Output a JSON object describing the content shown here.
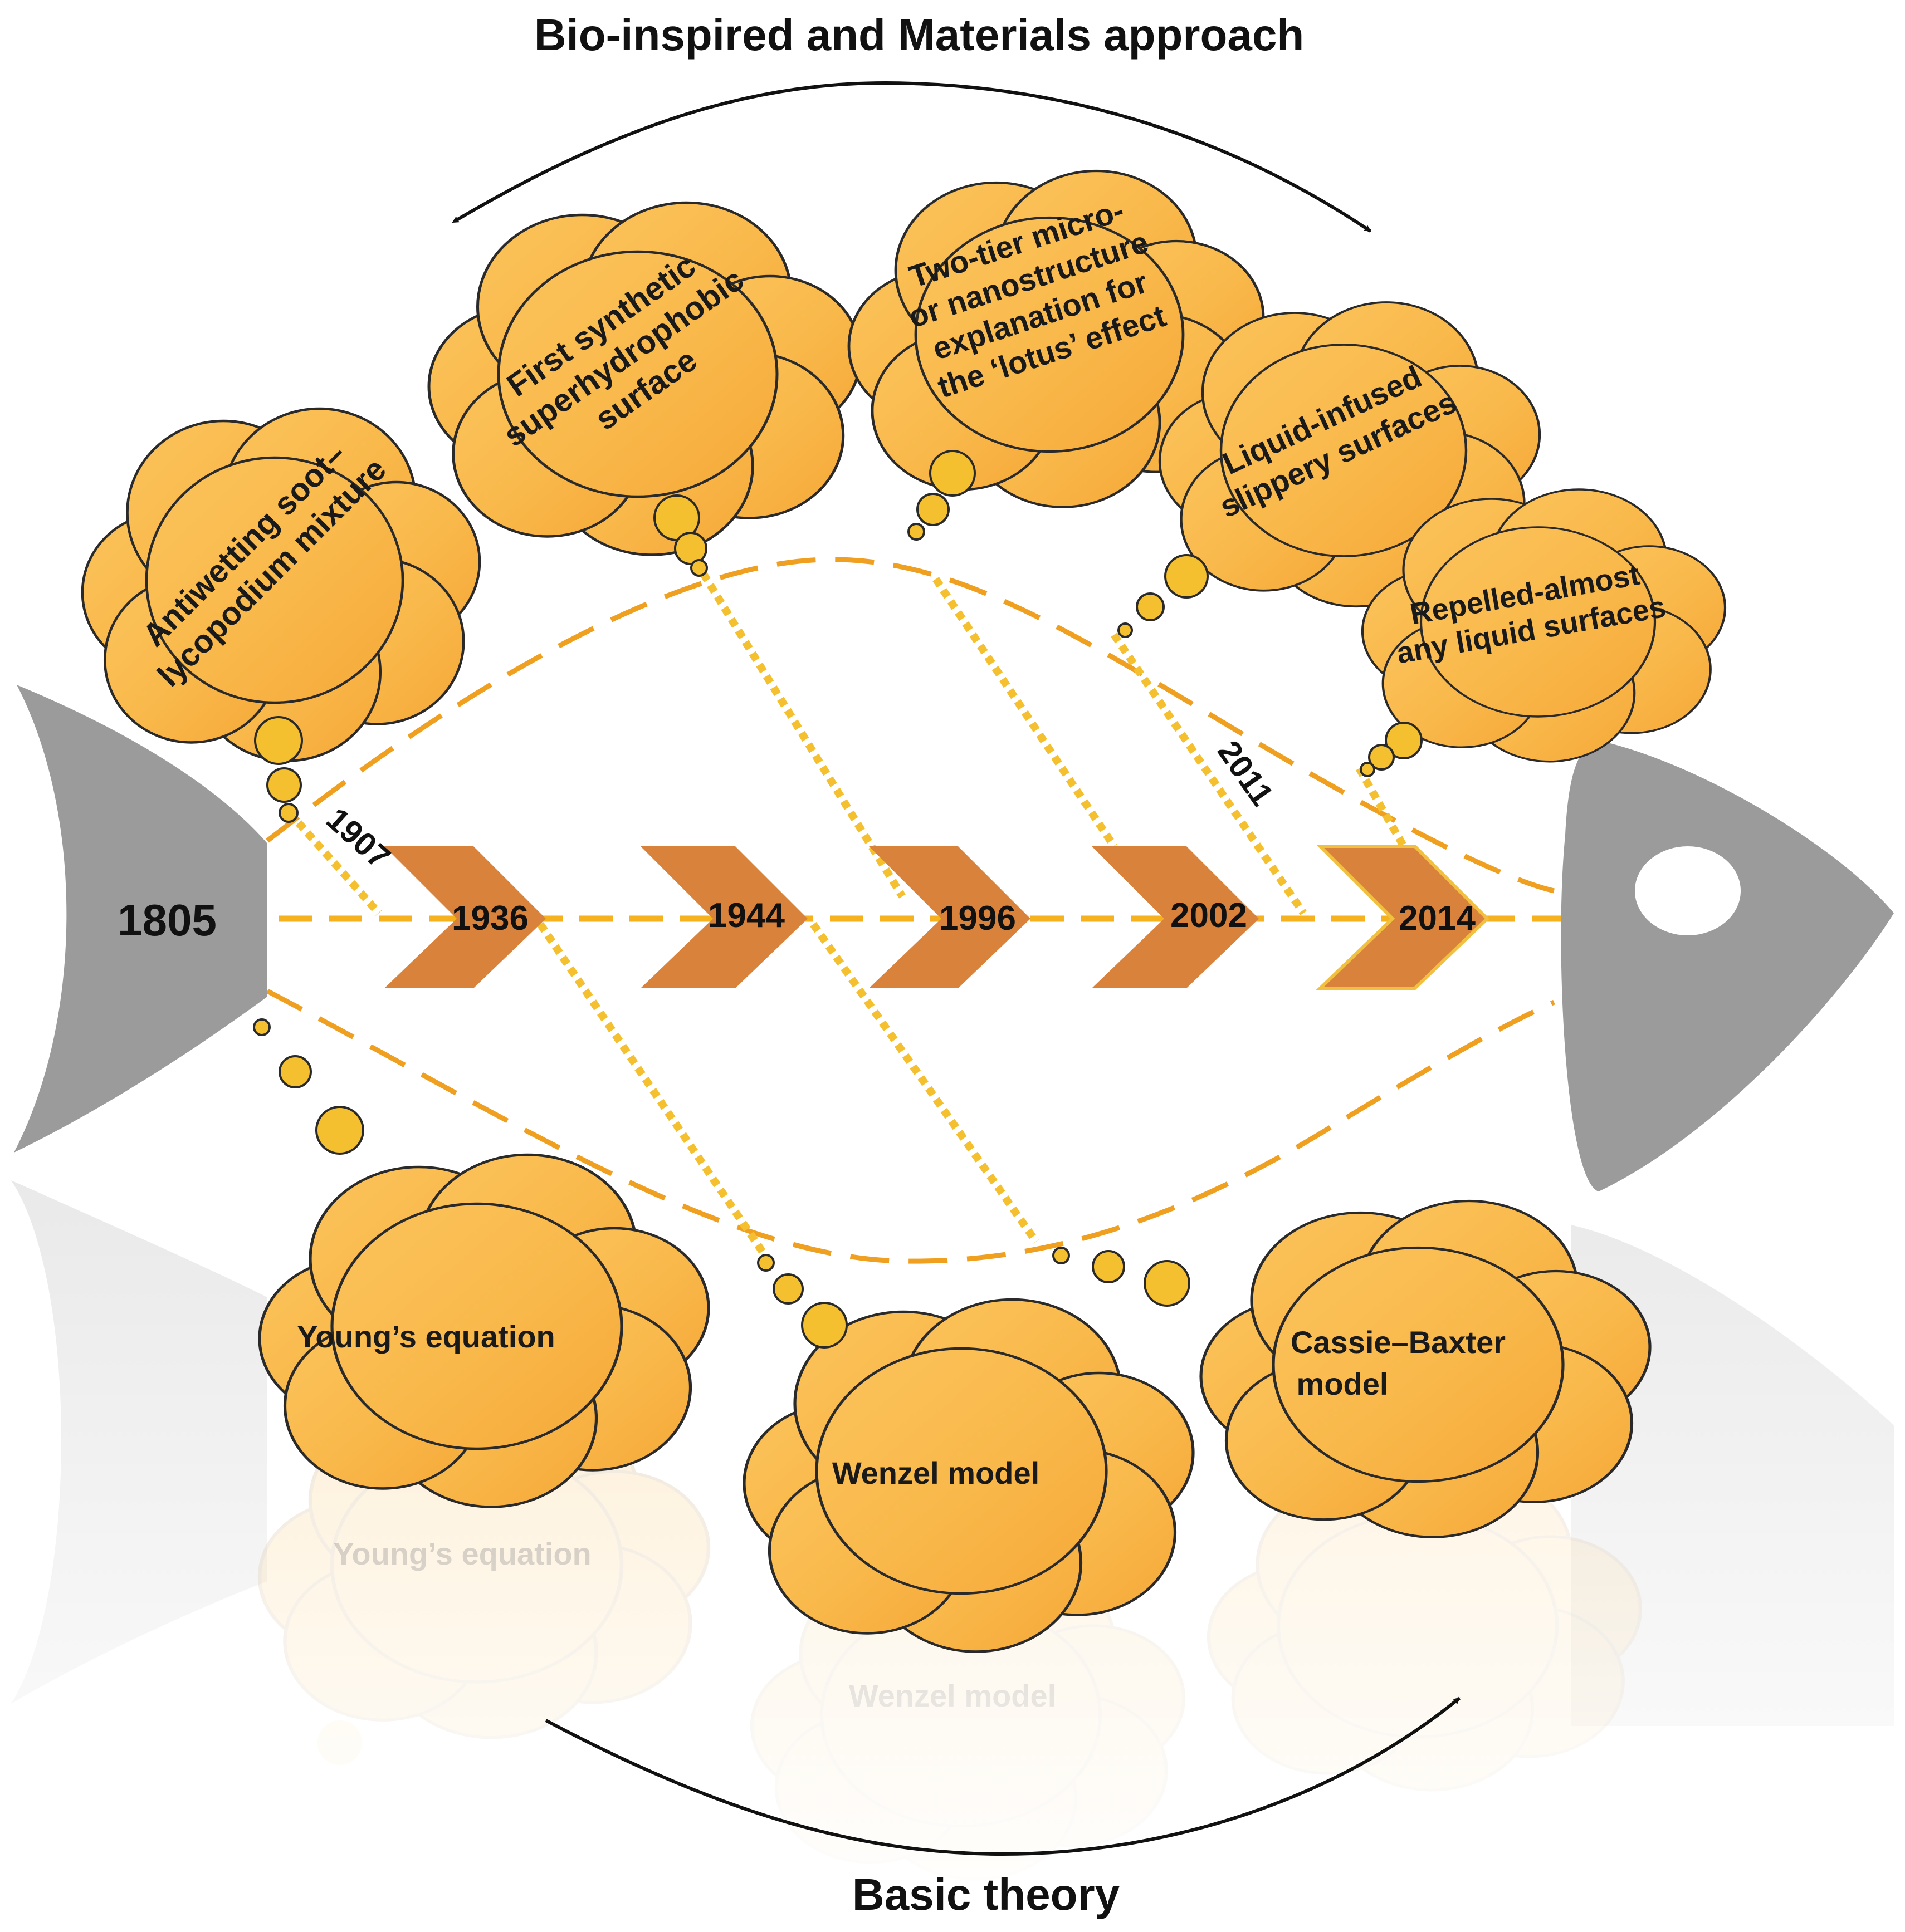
{
  "headings": {
    "top": "Bio-inspired and Materials approach",
    "bottom": "Basic theory"
  },
  "years": {
    "y1805": "1805",
    "y1907": "1907",
    "y1936": "1936",
    "y1944": "1944",
    "y1996": "1996",
    "y2002": "2002",
    "y2011": "2011",
    "y2014": "2014"
  },
  "clouds": {
    "antiwetting": [
      "Antiwetting soot–",
      "lycopodium mixture"
    ],
    "first_synthetic": [
      "First synthetic",
      "superhydrophobic",
      "surface"
    ],
    "two_tier": [
      "Two-tier micro-",
      "or nanostructure",
      "explanation for",
      "the ‘lotus’ effect"
    ],
    "liquid_infused": [
      "Liquid-infused",
      "slippery surfaces"
    ],
    "repelled": [
      "Repelled-almost",
      "any liquid surfaces"
    ],
    "young": "Young’s equation",
    "wenzel": "Wenzel model",
    "cassie": [
      "Cassie–Baxter",
      "model"
    ]
  },
  "colors": {
    "cloud_fill": "#f9b84a",
    "cloud_light": "#fccb66",
    "cloud_stroke": "#2a2a2a",
    "chevron": "#d9823c",
    "dash": "#f0a020",
    "fish": "#9b9b9b",
    "dots": "#f5c030",
    "text": "#111111"
  }
}
